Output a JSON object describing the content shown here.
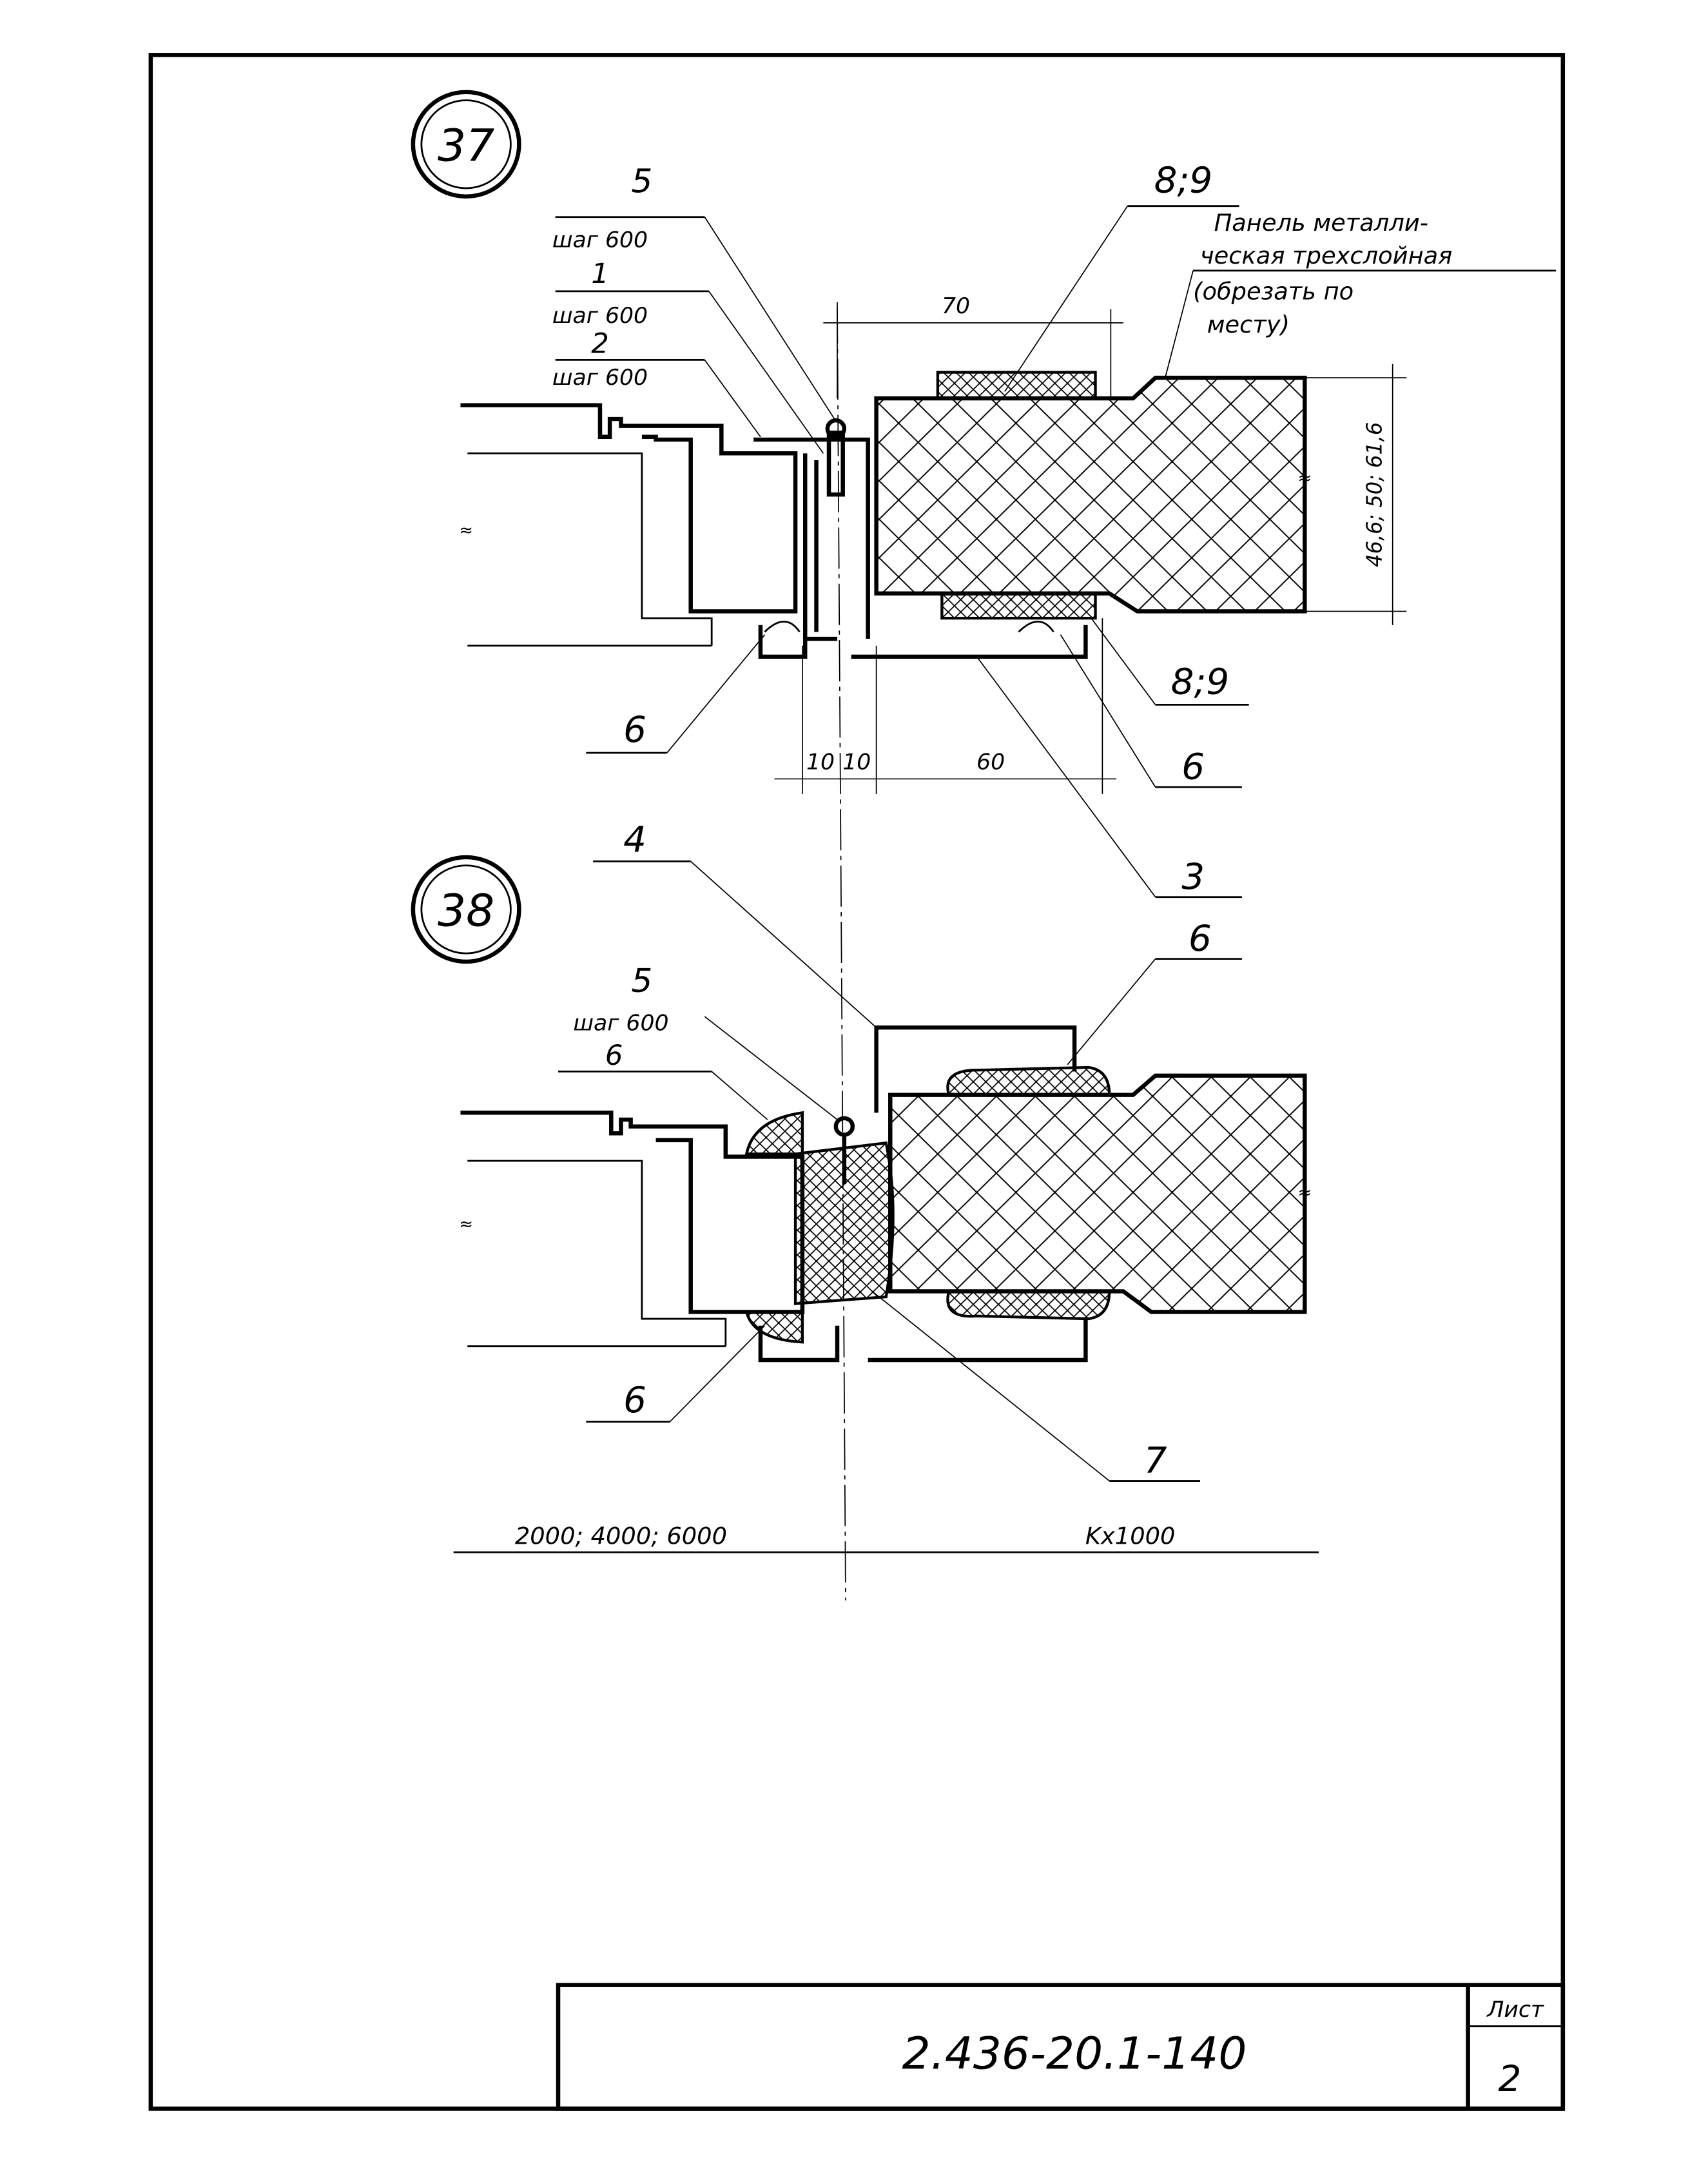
{
  "detail_37": {
    "number": "37",
    "labels": {
      "item_5": "5",
      "pitch_5": "шаг 600",
      "item_1": "1",
      "pitch_1": "шаг 600",
      "item_2": "2",
      "pitch_2": "шаг 600",
      "item_89_top": "8;9",
      "panel_line1": "Панель металли-",
      "panel_line2": "ческая трехслойная",
      "panel_line3": "(обрезать по",
      "panel_line4": "месту)",
      "item_6_left": "6",
      "item_89_bottom": "8;9",
      "item_6_right": "6",
      "item_3": "3"
    },
    "dimensions": {
      "top_width": "70",
      "bottom_10a": "10",
      "bottom_10b": "10",
      "bottom_60": "60",
      "panel_thickness": "46,6; 50; 61,6"
    }
  },
  "detail_38": {
    "number": "38",
    "labels": {
      "item_4": "4",
      "item_5": "5",
      "pitch_5": "шаг 600",
      "item_6_top_left": "6",
      "item_6_top_right": "6",
      "item_6_bottom_left": "6",
      "item_7": "7"
    },
    "dimensions": {
      "left_span": "2000; 4000; 6000",
      "right_span": "Kx1000"
    }
  },
  "title_block": {
    "document_code": "2.436-20.1-140",
    "sheet_label": "Лист",
    "sheet_number": "2"
  }
}
